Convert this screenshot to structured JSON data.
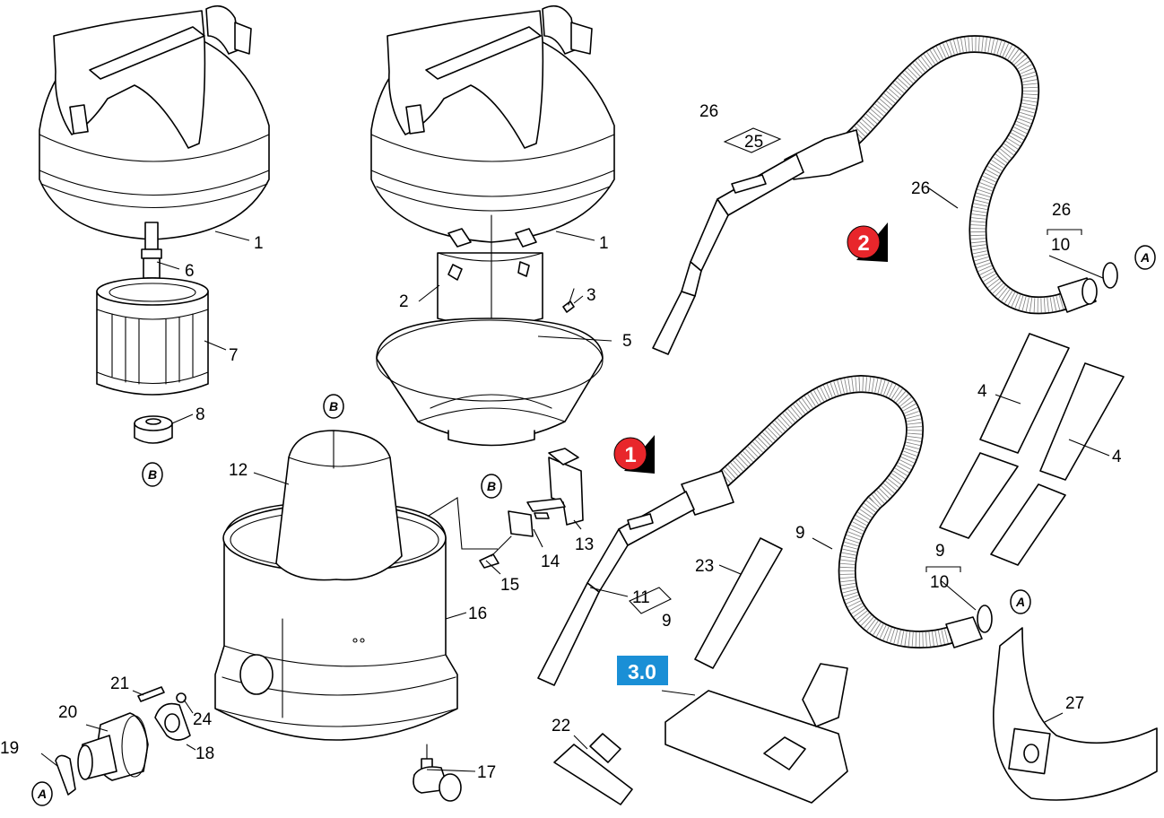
{
  "diagram": {
    "part_labels": {
      "p1a": "1",
      "p1b": "1",
      "p2": "2",
      "p3": "3",
      "p4a": "4",
      "p4b": "4",
      "p5": "5",
      "p6": "6",
      "p7": "7",
      "p8": "8",
      "p9a": "9",
      "p9b": "9",
      "p9c": "9",
      "p10a": "10",
      "p10b": "10",
      "p11": "11",
      "p12": "12",
      "p13": "13",
      "p14": "14",
      "p15": "15",
      "p16": "16",
      "p17": "17",
      "p18": "18",
      "p19": "19",
      "p20": "20",
      "p21": "21",
      "p22": "22",
      "p23": "23",
      "p24": "24",
      "p25": "25",
      "p26a": "26",
      "p26b": "26",
      "p26c": "26",
      "p27": "27"
    },
    "connector_refs": {
      "a1": "A",
      "a2": "A",
      "a3": "A",
      "b1": "B",
      "b2": "B",
      "b3": "B"
    },
    "variant_badges": {
      "red_1": "1",
      "red_2": "2",
      "badge_red_color": "#e8262b",
      "accessory_kit": "3.0",
      "accessory_kit_color": "#1a8fd6"
    }
  }
}
